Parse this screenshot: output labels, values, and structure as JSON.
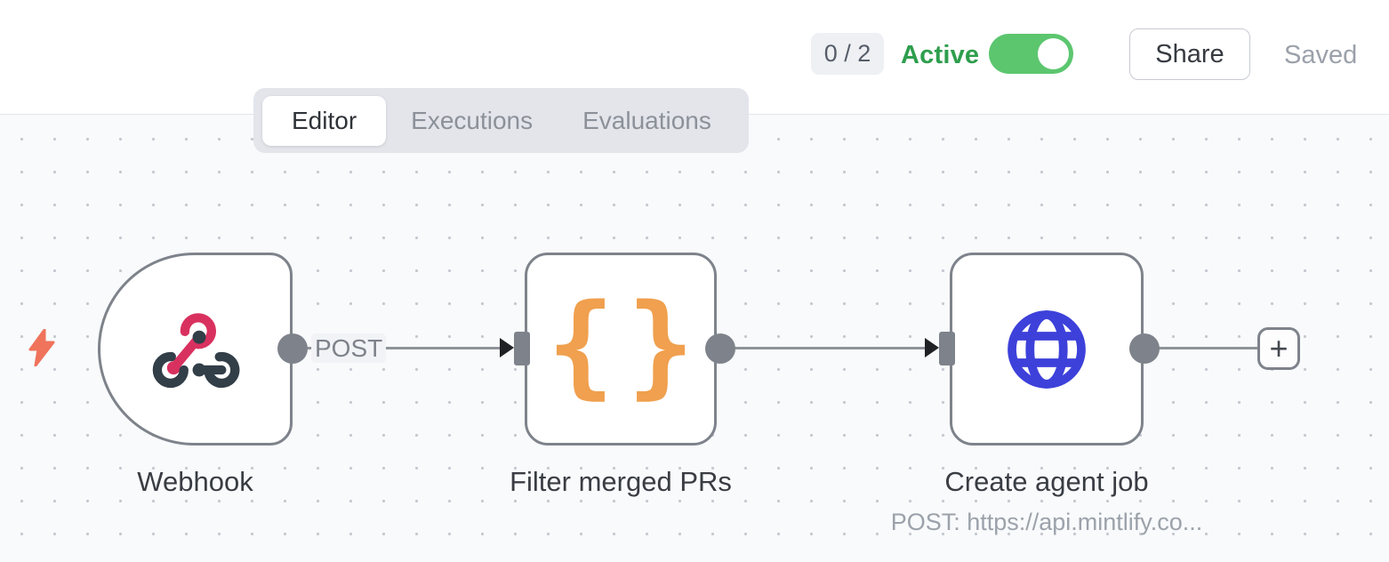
{
  "header": {
    "counter_badge": "0 / 2",
    "active_label": "Active",
    "toggle_state": "on",
    "share_button": "Share",
    "saved_status": "Saved"
  },
  "tabs": {
    "editor": "Editor",
    "executions": "Executions",
    "evaluations": "Evaluations",
    "active": "Editor"
  },
  "workflow": {
    "nodes": [
      {
        "title": "Webhook",
        "icon": "webhook-icon",
        "kind": "trigger"
      },
      {
        "title": "Filter merged PRs",
        "icon": "code-braces-icon",
        "kind": "action"
      },
      {
        "title": "Create agent job",
        "subtitle": "POST: https://api.mintlify.co...",
        "icon": "globe-icon",
        "kind": "action"
      }
    ],
    "wire_label": "POST",
    "add_button_label": "+",
    "braces": {
      "left": "{",
      "right": "}"
    }
  },
  "colors": {
    "active_green": "#2E9E4D",
    "toggle_green": "#5CC66F",
    "webhook_pink": "#D9315F",
    "webhook_slate": "#323E48",
    "braces_orange": "#F0A04E",
    "globe_blue": "#3D41DA",
    "bolt_coral": "#F0735C",
    "node_border_gray": "#7E838B",
    "canvas_bg": "#F8FAFC"
  }
}
